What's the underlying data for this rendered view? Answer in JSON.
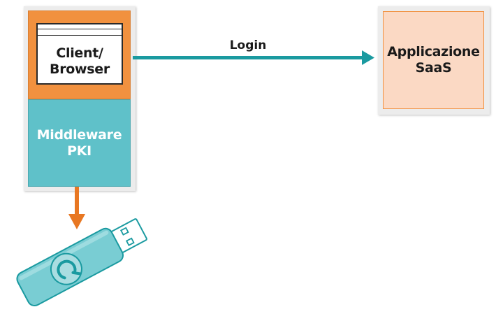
{
  "diagram": {
    "nodes": {
      "client_browser": {
        "label": "Client/\nBrowser",
        "color": "#f1913f"
      },
      "middleware_pki": {
        "label": "Middleware\nPKI",
        "color": "#5fc1c9"
      },
      "saas_app": {
        "label": "Applicazione\nSaaS",
        "color": "#fbd9c4"
      },
      "usb_token": {
        "icon": "usb-token-icon",
        "color": "#79cdd3"
      }
    },
    "edges": {
      "login": {
        "from": "client_browser",
        "to": "saas_app",
        "label": "Login",
        "color": "#1a9aa0"
      },
      "token_link": {
        "from": "middleware_pki",
        "to": "usb_token",
        "label": "",
        "color": "#e87722"
      }
    }
  }
}
